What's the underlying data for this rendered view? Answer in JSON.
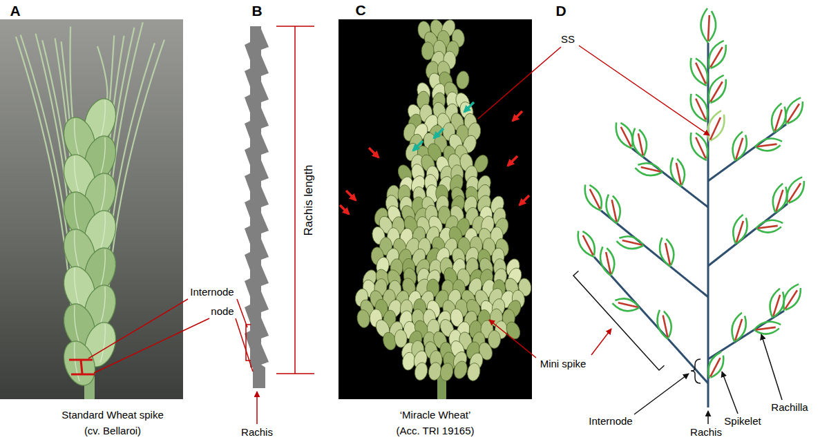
{
  "diagram": {
    "labels": [
      "A",
      "B",
      "C",
      "D",
      "Internode",
      "node",
      "Rachis length",
      "Rachis",
      "Standard Wheat spike",
      "(cv. Bellaroi)",
      "‘Miracle Wheat’",
      "(Acc. TRI 19165)",
      "SS",
      "Mini spike",
      "Internode",
      "Spikelet",
      "Rachilla",
      "Rachis"
    ]
  }
}
